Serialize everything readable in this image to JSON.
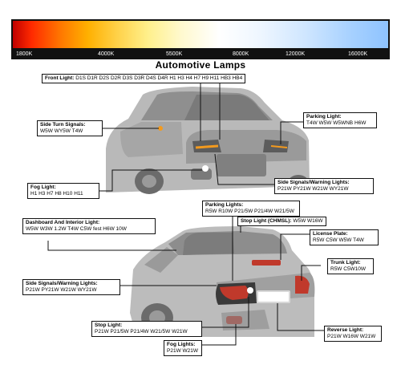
{
  "scale": {
    "labels": [
      "1800K",
      "4000K",
      "5500K",
      "8000K",
      "12000K",
      "16000K"
    ]
  },
  "title": "Automotive Lamps",
  "front": {
    "headlight": {
      "label": "Front Light:",
      "values": "D1S  D1R  D2S  D2R  D3S  D3R  D4S  D4R  H1  H3  H4  H7  H9  H11  HB3  HB4"
    },
    "side_turn": {
      "label": "Side Turn Signals:",
      "values": "W5W  WY5W  T4W"
    },
    "parking": {
      "label": "Parking Light:",
      "values": "T4W  W5W  W5WNB  H6W"
    },
    "side_warning": {
      "label": "Side Signals/Warning Lights:",
      "values": "P21W  PY21W  W21W  WY21W"
    },
    "fog": {
      "label": "Fog Light:",
      "values": "H1  H3  H7  H8  H10  H11"
    }
  },
  "rear": {
    "parking": {
      "label": "Parking Lights:",
      "values": "R5W  R10W  P21/5W  P21/4W  W21/5W"
    },
    "chmsl": {
      "label": "Stop Light (CHMSL):",
      "values": "W5W  W16W"
    },
    "dashboard": {
      "label": "Dashboard And Interior Light:",
      "values": "W5W  W3W  1.2W  T4W  C5W  fest  H6W  10W"
    },
    "license": {
      "label": "License Plate:",
      "values": "R5W  C5W  W5W  T4W"
    },
    "trunk": {
      "label": "Trunk Light:",
      "values": "R5W  C5W10W"
    },
    "side_warning": {
      "label": "Side Signals/Warning Lights:",
      "values": "P21W  PY21W  W21W  WY21W"
    },
    "stop": {
      "label": "Stop Light:",
      "values": "P21W  P21/5W  P21/4W  W21/5W  W21W"
    },
    "reverse": {
      "label": "Reverse Light:",
      "values": "P21W  W16W  W21W"
    },
    "fog": {
      "label": "Fog Lights:",
      "values": "P21W  W21W"
    }
  }
}
